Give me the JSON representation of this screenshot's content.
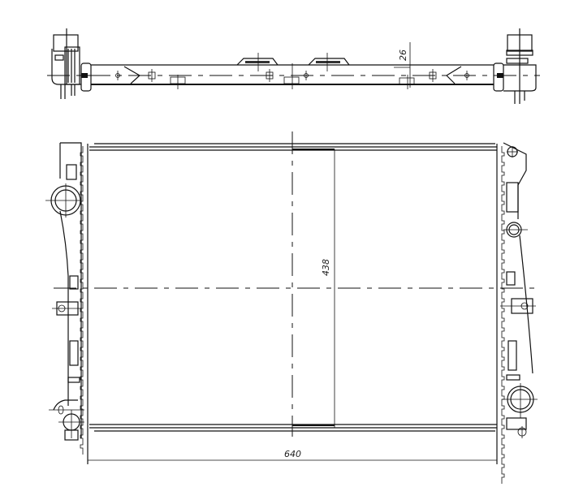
{
  "drawing": {
    "type": "radiator technical drawing",
    "views": [
      "top-view",
      "front-view"
    ],
    "dimensions": {
      "width": "640",
      "height": "438",
      "depth": "26"
    },
    "line_color": "#111111",
    "background": "#ffffff"
  }
}
